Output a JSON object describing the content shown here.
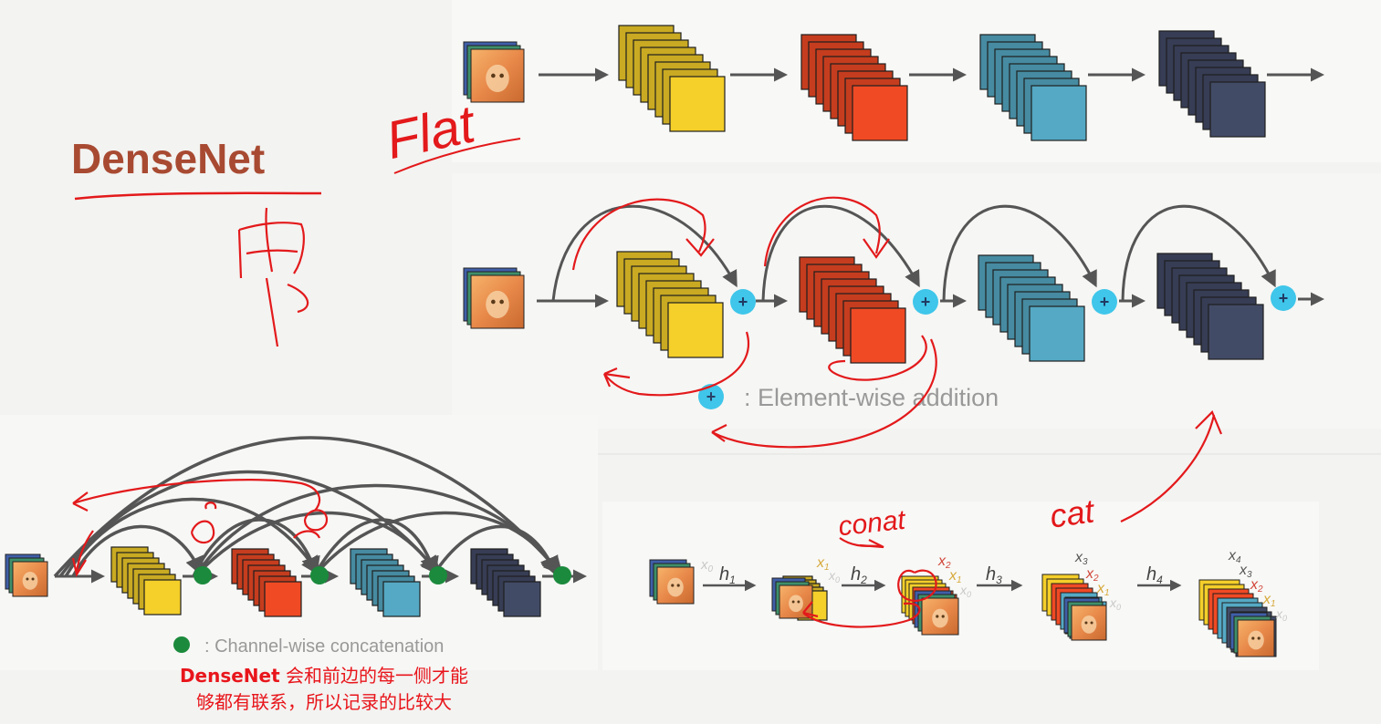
{
  "title": "DenseNet",
  "annotations": {
    "flat": "Flat",
    "concat": "conat",
    "cat": "cat"
  },
  "legend": {
    "addition": ": Element-wise addition",
    "concatenation": ": Channel-wise concatenation"
  },
  "caption": {
    "brand": "DenseNet",
    "line1_rest": " 会和前边的每一侧才能",
    "line2": "够都有联系，所以记录的比较大"
  },
  "math": {
    "x0": "x",
    "x0_sub": "0",
    "x1": "x",
    "x1_sub": "1",
    "x2": "x",
    "x2_sub": "2",
    "x3": "x",
    "x3_sub": "3",
    "x4": "x",
    "x4_sub": "4",
    "h1": "h",
    "h1_sub": "1",
    "h2": "h",
    "h2_sub": "2",
    "h3": "h",
    "h3_sub": "3",
    "h4": "h",
    "h4_sub": "4"
  },
  "colors": {
    "yellow": "#f5cf2a",
    "red": "#f04a25",
    "blue": "#55a9c4",
    "navy": "#424b66",
    "plus": "#3fc6ea",
    "concat_dot": "#1b8a3c",
    "ink": "#e3191b",
    "arrow": "#4a4a4a"
  }
}
